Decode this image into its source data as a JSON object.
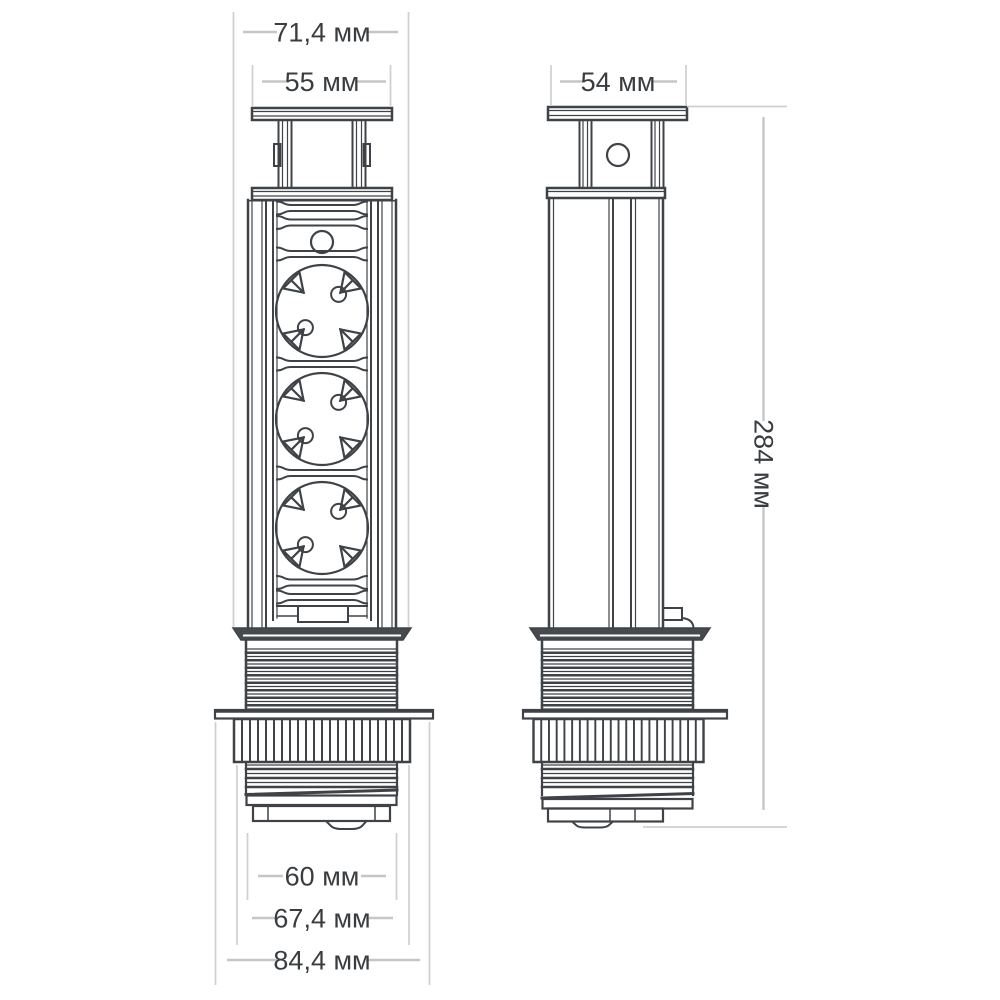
{
  "diagram": {
    "kind": "technical dimension drawing, two orthographic views of a pull-up socket column",
    "unit": "мм",
    "labels": {
      "front_overall_width": "71,4 мм",
      "front_cap_width": "55 мм",
      "side_cap_width": "54 мм",
      "overall_height": "284 мм",
      "body_diameter": "60 мм",
      "collar_diameter": "67,4 мм",
      "ring_diameter": "84,4 мм"
    },
    "colors": {
      "outline": "#3f4347",
      "flange_fill": "#464a4e",
      "dimension_lines": "#cdcfd0",
      "label_text": "#3a3d40",
      "background": "#ffffff"
    }
  }
}
